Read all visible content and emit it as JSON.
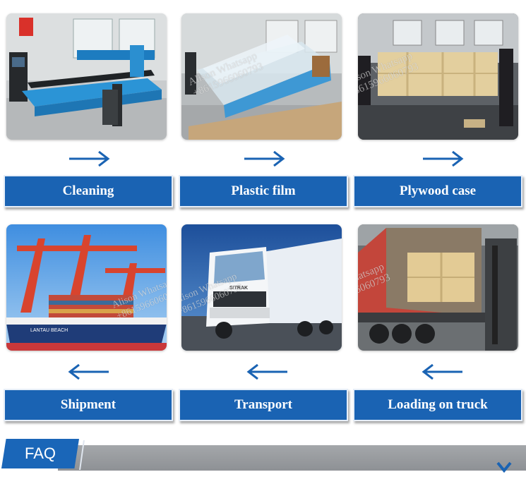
{
  "steps_top": [
    {
      "label": "Cleaning"
    },
    {
      "label": "Plastic film"
    },
    {
      "label": "Plywood case"
    }
  ],
  "steps_bottom": [
    {
      "label": "Shipment"
    },
    {
      "label": "Transport"
    },
    {
      "label": "Loading on truck"
    }
  ],
  "watermark": {
    "line1": "Alison Whatsapp",
    "line2": "+8615966060793"
  },
  "ship_name": "LANTAU BEACH",
  "truck_brand": "SITRAK",
  "faq": {
    "title": "FAQ"
  },
  "colors": {
    "accent": "#1a63b3",
    "faq_bar": "#9a9da0"
  }
}
